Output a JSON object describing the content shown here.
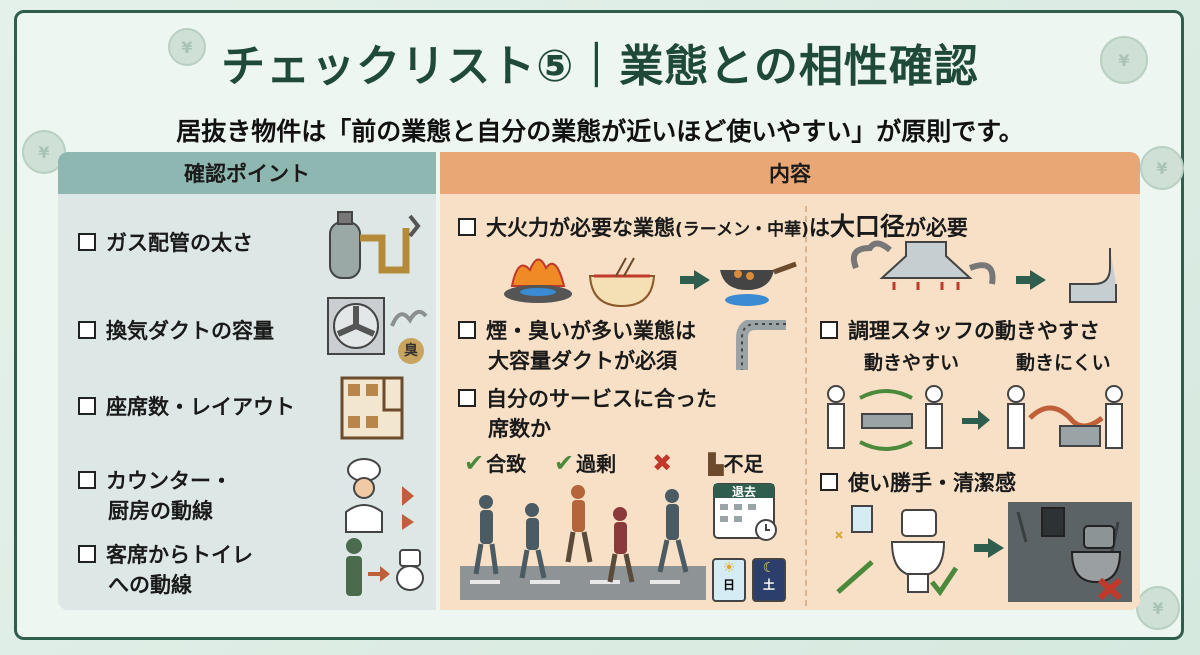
{
  "title": "チェックリスト⑤｜業態との相性確認",
  "subtitle": "居抜き物件は「前の業態と自分の業態が近いほど使いやすい」が原則です。",
  "columns": {
    "left": "確認ポイント",
    "right": "内容"
  },
  "points": [
    {
      "line1": "ガス配管の太さ",
      "line2": ""
    },
    {
      "line1": "換気ダクトの容量",
      "line2": ""
    },
    {
      "line1": "座席数・レイアウト",
      "line2": ""
    },
    {
      "line1": "カウンター・",
      "line2": "厨房の動線"
    },
    {
      "line1": "客席からトイレ",
      "line2": "への動線"
    }
  ],
  "content": {
    "fire": {
      "pre": "大火力が必要な業態",
      "paren": "(ラーメン・中華)",
      "mid": "は",
      "strong": "大口径",
      "post": "が必要"
    },
    "smoke": {
      "line1": "煙・臭いが多い業態は",
      "line2": "大容量ダクトが必須"
    },
    "seats": {
      "line1": "自分のサービスに合った",
      "line2": "席数か"
    },
    "seat_legend": {
      "ok": "合致",
      "over": "過剰",
      "short": "不足"
    },
    "staff": {
      "title": "調理スタッフの動きやすさ",
      "easy": "動きやすい",
      "hard": "動きにくい"
    },
    "toilet": {
      "title": "使い勝手・清潔感"
    },
    "smell_label": "臭",
    "calendar": {
      "header": "退去",
      "sun": "日",
      "sat": "土"
    }
  },
  "colors": {
    "accent": "#1f4a3a",
    "left_header": "#8fb7b1",
    "right_header": "#e8a774",
    "left_bg": "#dde8e6",
    "right_bg": "#f7e0c6"
  },
  "icons": [
    "gas-cylinder-icon",
    "ventilation-fan-icon",
    "floor-plan-icon",
    "chef-icon",
    "person-to-toilet-icon",
    "burner-flame-icon",
    "ramen-bowl-icon",
    "wok-icon",
    "range-hood-icon",
    "duct-icon",
    "people-walking-icon",
    "calendar-icon",
    "toilet-clean-icon",
    "toilet-dirty-icon",
    "kitchen-staff-icon"
  ]
}
